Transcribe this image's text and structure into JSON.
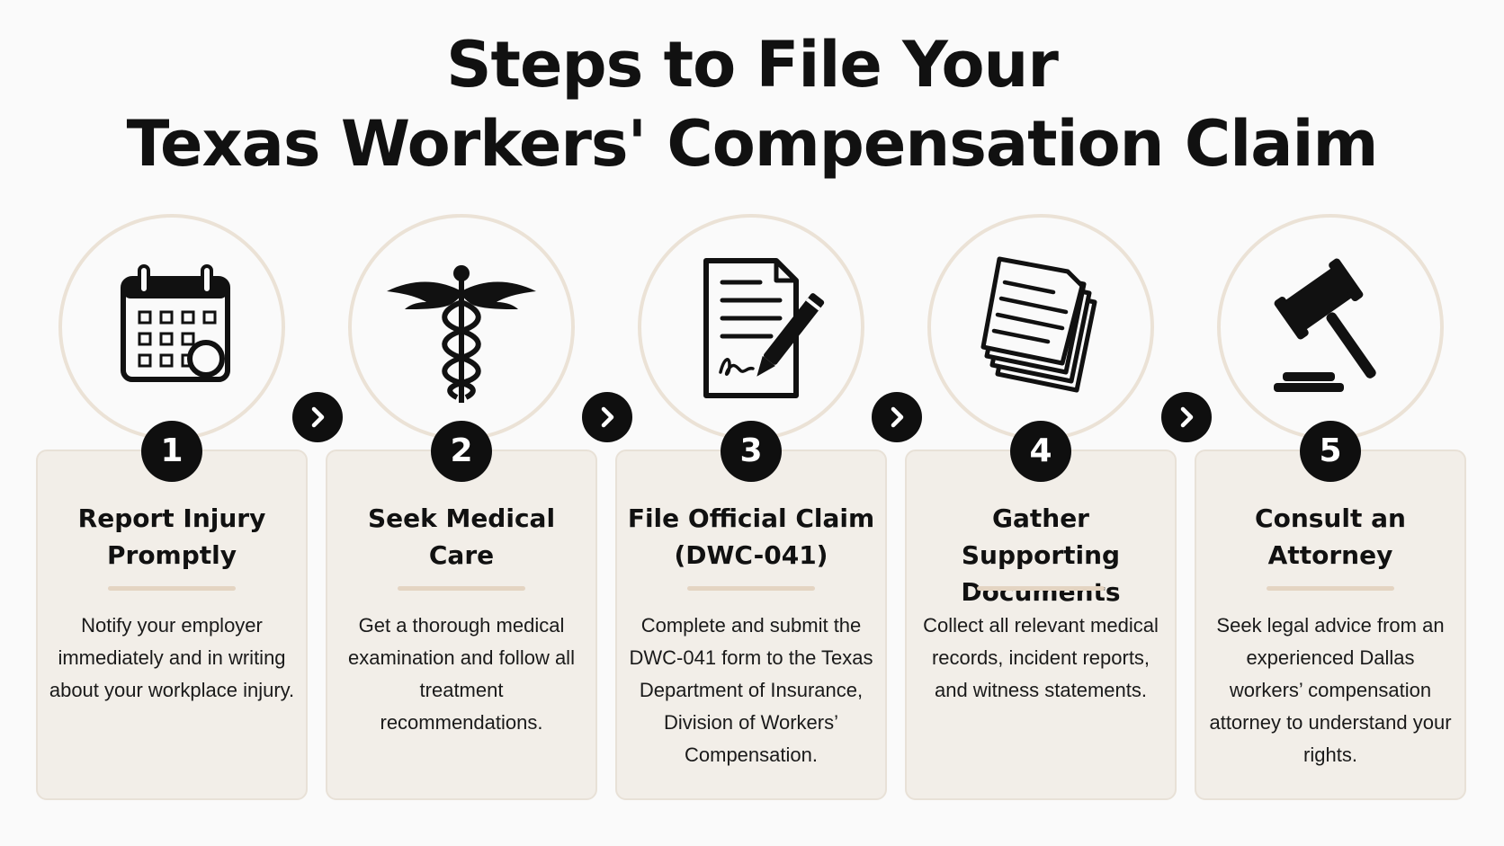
{
  "title": {
    "line1": "Steps to File Your",
    "line2": "Texas Workers' Compensation Claim"
  },
  "steps": [
    {
      "number": "1",
      "title": "Report Injury Promptly",
      "description": "Notify your employer immediately and in writing about your workplace injury.",
      "icon": "calendar-icon"
    },
    {
      "number": "2",
      "title": "Seek Medical Care",
      "description": "Get a thorough medical examination and follow all treatment recommendations.",
      "icon": "caduceus-icon"
    },
    {
      "number": "3",
      "title": "File Official Claim (DWC-041)",
      "description": "Complete and submit the DWC-041 form to the Texas Department of Insurance, Division of Workers’ Compensation.",
      "icon": "signed-document-icon"
    },
    {
      "number": "4",
      "title": "Gather Supporting Documents",
      "description": "Collect all relevant medical records, incident reports, and witness statements.",
      "icon": "document-stack-icon"
    },
    {
      "number": "5",
      "title": "Consult an Attorney",
      "description": "Seek legal advice from an experienced Dallas workers’ compensation attorney to understand your rights.",
      "icon": "gavel-icon"
    }
  ],
  "arrow_icon": "chevron-right-icon",
  "colors": {
    "background": "#fafafa",
    "card": "#f2eee8",
    "halo": "#ebe2d6",
    "divider": "#e4d4c2",
    "badge": "#0f0f0f",
    "text": "#111111"
  }
}
